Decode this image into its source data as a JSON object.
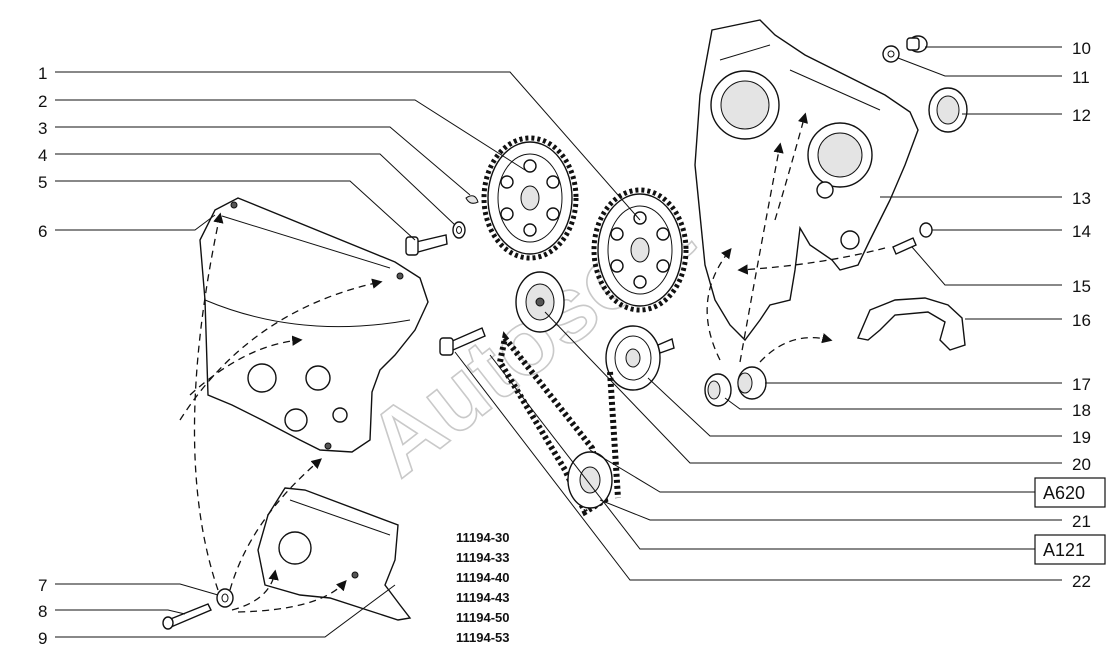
{
  "watermark": "Autosoft",
  "callouts_left": [
    "1",
    "2",
    "3",
    "4",
    "5",
    "6",
    "7",
    "8",
    "9"
  ],
  "callouts_right": [
    "10",
    "11",
    "12",
    "13",
    "14",
    "15",
    "16",
    "17",
    "18",
    "19",
    "20",
    "21",
    "22"
  ],
  "boxed_refs": [
    "A620",
    "A121"
  ],
  "model_codes": [
    "11194-30",
    "11194-33",
    "11194-40",
    "11194-43",
    "11194-50",
    "11194-53"
  ]
}
